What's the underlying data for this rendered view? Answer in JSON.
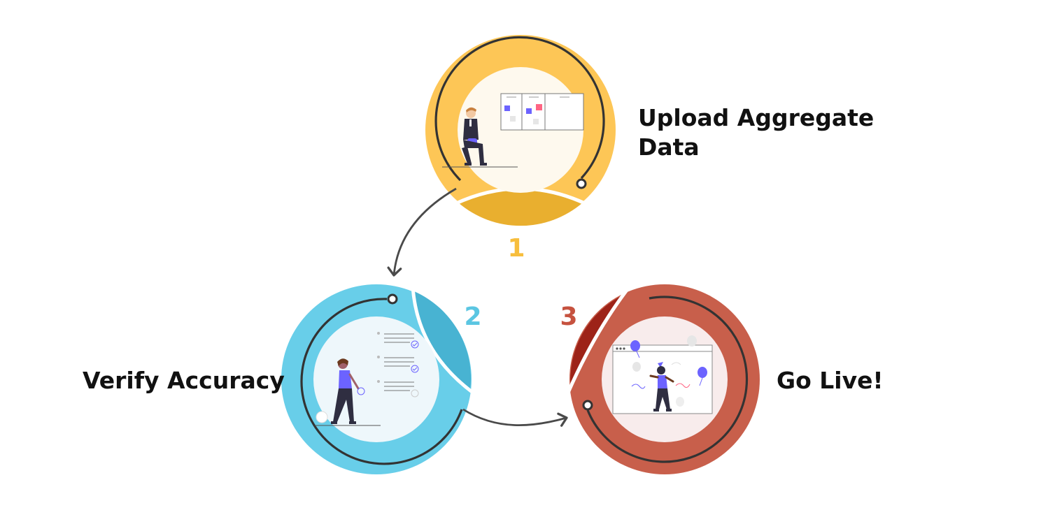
{
  "steps": [
    {
      "number": "1",
      "label_lines": [
        "Upload Aggregate",
        "Data"
      ],
      "color": "#FDC656",
      "accent": "#E9AF2F",
      "inner_bg": "#FEF9EE",
      "illustration": "person-sitting-at-kanban-board"
    },
    {
      "number": "2",
      "label_lines": [
        "Verify Accuracy"
      ],
      "color": "#68CEE9",
      "accent": "#48B3D2",
      "inner_bg": "#EEF7FB",
      "illustration": "person-reviewing-checklist"
    },
    {
      "number": "3",
      "label_lines": [
        "Go Live!"
      ],
      "color": "#C85F4B",
      "accent": "#9D2318",
      "inner_bg": "#F8ECEC",
      "illustration": "person-celebrating-with-balloons"
    }
  ],
  "colors": {
    "number_1": "#F7BE3D",
    "number_2": "#5BC6E2",
    "number_3": "#C6523F",
    "line": "#333333",
    "arrow": "#4A4A4A"
  }
}
